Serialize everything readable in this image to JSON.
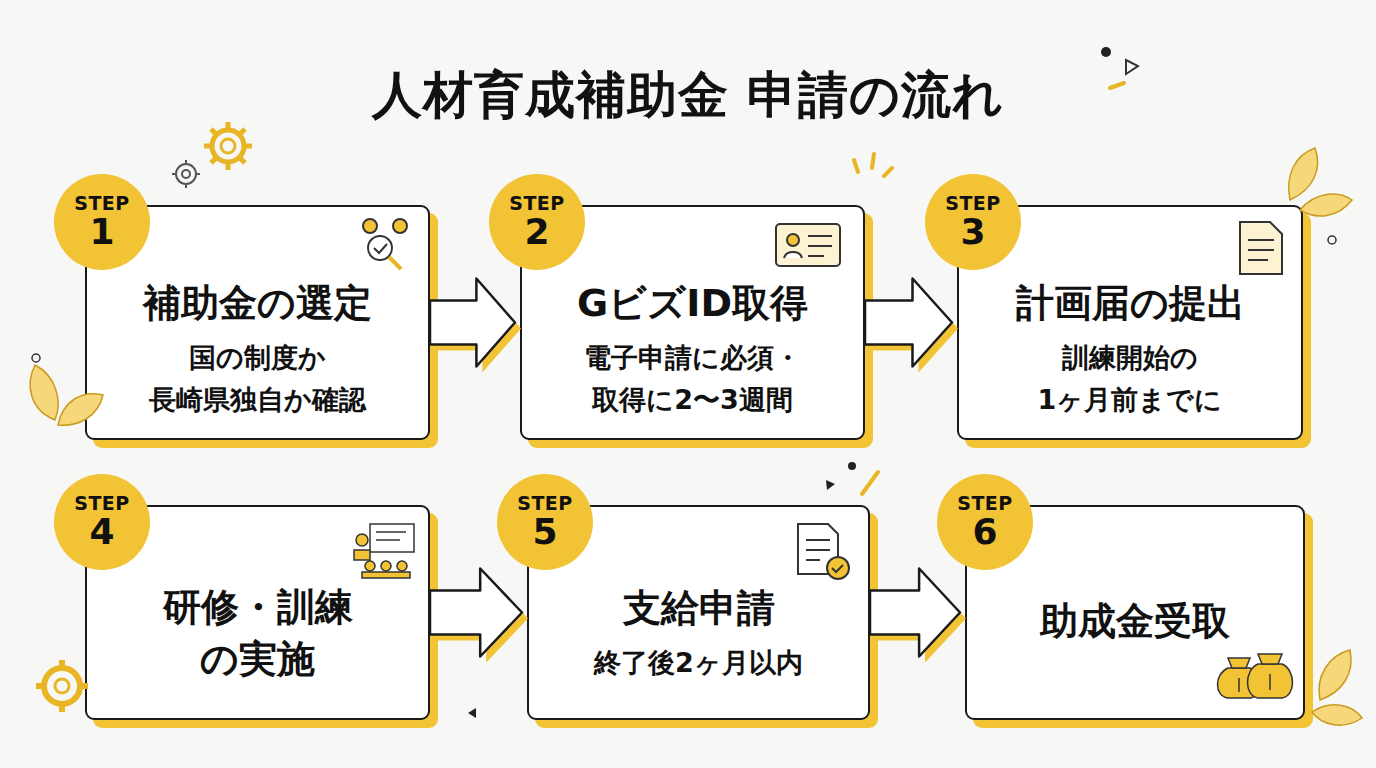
{
  "diagram": {
    "title": "人材育成補助金 申請の流れ",
    "nodes": [
      {
        "text": [
          "STEP",
          "1"
        ]
      },
      {
        "text": [
          "補助金の選定",
          "国の制度か 長崎県独自か確認"
        ]
      },
      {
        "text": [
          "STEP",
          "2"
        ]
      },
      {
        "text": [
          "GビズID取得",
          "電子申請に必須・ 取得に2〜3週間"
        ]
      },
      {
        "text": [
          "STEP",
          "3"
        ]
      },
      {
        "text": [
          "計画届の提出",
          "訓練開始の 1ヶ月前までに"
        ]
      },
      {
        "text": [
          "STEP",
          "4"
        ]
      },
      {
        "text": [
          "研修・訓練 の実施"
        ]
      },
      {
        "text": [
          "STEP",
          "5"
        ]
      },
      {
        "text": [
          "支給申請",
          "終了後2ヶ月以内"
        ]
      },
      {
        "text": [
          "STEP",
          "6"
        ]
      },
      {
        "text": [
          "助成金受取"
        ]
      }
    ],
    "edges": [
      {
        "from": 1,
        "to": 3,
        "arrow": "to"
      },
      {
        "from": 3,
        "to": 5,
        "arrow": "to"
      },
      {
        "from": 7,
        "to": 9,
        "arrow": "to"
      },
      {
        "from": 9,
        "to": 11,
        "arrow": "to"
      }
    ]
  }
}
